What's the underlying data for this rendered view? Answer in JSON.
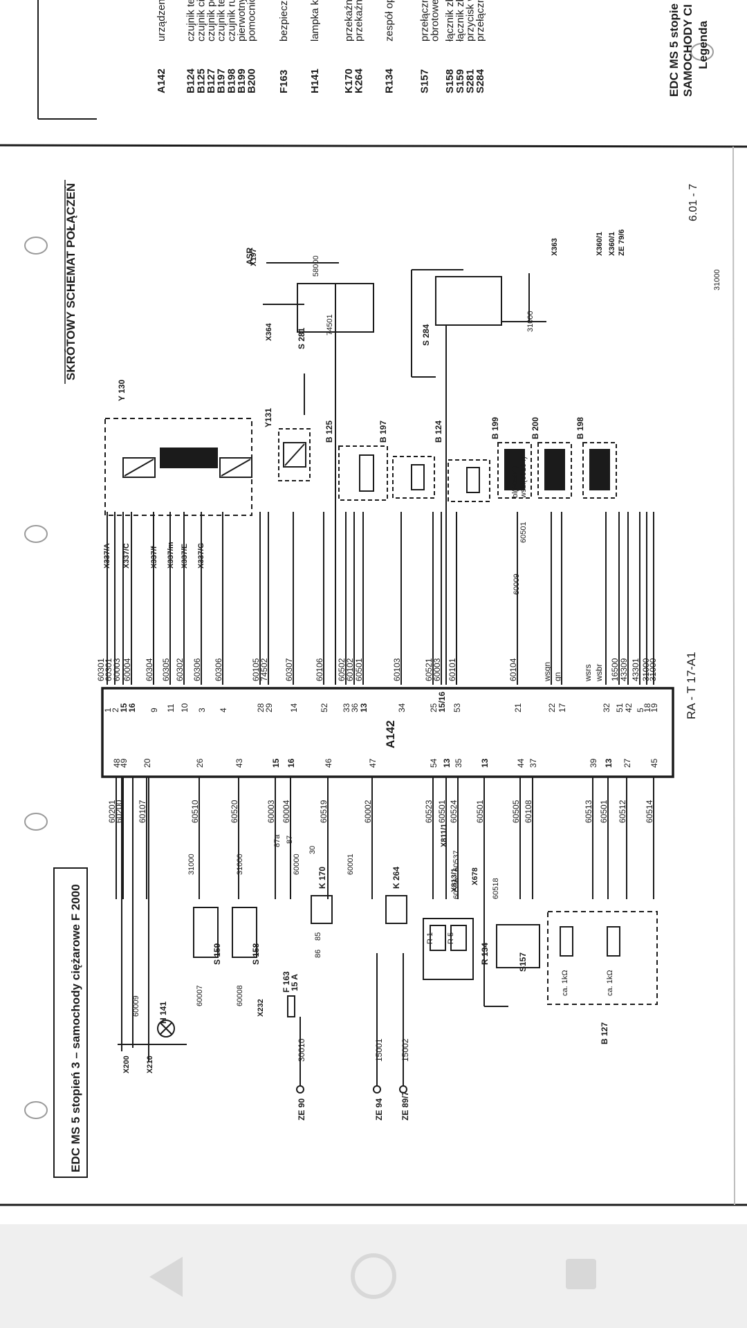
{
  "colors": {
    "ink": "#1b1b1b",
    "paper": "#ffffff",
    "navbar": "#efefef",
    "navIcon": "#d8d8d8"
  },
  "legend_page": {
    "title1": "EDC MS 5 stopie",
    "title2": "SAMOCHODY CI",
    "legend_heading": "Legenda",
    "entries": [
      {
        "code": "A142",
        "text": "urządzeni"
      },
      {
        "code": "B124",
        "text": "czujnik te"
      },
      {
        "code": "B125",
        "text": "czujnik ciś"
      },
      {
        "code": "B127",
        "text": "czujnik po"
      },
      {
        "code": "B197",
        "text": "czujnik te"
      },
      {
        "code": "B198",
        "text": "czujnik ru"
      },
      {
        "code": "B199",
        "text": "pierwotny"
      },
      {
        "code": "B200",
        "text": "pomocnic"
      },
      {
        "code": "F163",
        "text": "bezpieczn"
      },
      {
        "code": "H141",
        "text": "lampka ko"
      },
      {
        "code": "K170",
        "text": "przekaźni"
      },
      {
        "code": "K264",
        "text": "przekaźni"
      },
      {
        "code": "R134",
        "text": "zespół op"
      },
      {
        "code": "S157",
        "text": "przełączn"
      },
      {
        "code": "",
        "text": "obrotowej"
      },
      {
        "code": "S158",
        "text": "łącznik zb"
      },
      {
        "code": "S159",
        "text": "łącznik zb"
      },
      {
        "code": "S281",
        "text": "przycisk w"
      },
      {
        "code": "S284",
        "text": "przełączn"
      }
    ]
  },
  "schematic": {
    "heading": "SKRÓTOWY SCHEMAT POŁĄCZEŃ",
    "title": "EDC MS 5 stopień 3 – samochody ciężarowe F 2000",
    "page_number": "6.01 - 7",
    "ref": "RA - T 17-A1",
    "control_unit": "A142",
    "left_pins": [
      "48",
      "49",
      "20",
      "26",
      "43",
      "15",
      "16",
      "46",
      "47",
      "54",
      "13",
      "35",
      "13",
      "44",
      "37",
      "39",
      "13",
      "27",
      "45"
    ],
    "left_wires": [
      "60201",
      "60200",
      "60107",
      "60510",
      "60520",
      "60003",
      "60004",
      "60519",
      "60002",
      "60523",
      "60501",
      "60524",
      "60501",
      "60505",
      "60108",
      "60513",
      "60501",
      "60512",
      "60514"
    ],
    "right_pins": [
      "1",
      "2",
      "15",
      "16",
      "9",
      "11",
      "10",
      "3",
      "4",
      "28",
      "29",
      "14",
      "52",
      "33",
      "36",
      "13",
      "34",
      "25",
      "15/16",
      "53",
      "21",
      "22",
      "17",
      "32",
      "51",
      "42",
      "5",
      "18",
      "19"
    ],
    "right_wires": [
      "60301",
      "60301",
      "60003",
      "60004",
      "60304",
      "60305",
      "60302",
      "60306",
      "60306",
      "60105",
      "74502",
      "60307",
      "60106",
      "60502",
      "60102",
      "60501",
      "60103",
      "60521",
      "60003",
      "60101",
      "60104",
      "wsgn",
      "gn",
      "wsrs",
      "wsbr",
      "16500",
      "43309",
      "43301",
      "31000",
      "31000"
    ],
    "connectors": [
      "X200",
      "X210",
      "X232",
      "X337/A",
      "X337/C",
      "X337/f",
      "X337/m",
      "X337/E",
      "X337/G",
      "X813/1",
      "X811/1",
      "X678",
      "X197",
      "X364",
      "X363",
      "X360/1",
      "X360/1",
      "ZE 79/6"
    ],
    "components": [
      "H 141",
      "S 159",
      "S 158",
      "F 163",
      "15 A",
      "K 170",
      "K 264",
      "R 134",
      "S157",
      "B 127",
      "Y 130",
      "Y131",
      "B 125",
      "B 197",
      "B 124",
      "B 199",
      "B 200",
      "B 198",
      "S 281",
      "S 284",
      "ASR"
    ],
    "ze_terminals": [
      "ZE 90",
      "ZE 94",
      "ZE 89/7"
    ],
    "ze_wires": [
      "30010",
      "15001",
      "15002"
    ],
    "misc_labels": [
      "60007",
      "60008",
      "31000",
      "31000",
      "60000",
      "60001",
      "60536",
      "60537",
      "60518",
      "60009",
      "60501",
      "bl(60501)",
      "wsbl(60104)",
      "74501",
      "58000",
      "31000",
      "31000",
      "ca. 1kΩ",
      "ca. 1kΩ",
      "R 1",
      "R 5",
      "87a",
      "87",
      "30",
      "85",
      "86",
      "60009"
    ]
  },
  "nav": {
    "back": "back-triangle",
    "home": "home-circle",
    "recents": "recents-square"
  }
}
